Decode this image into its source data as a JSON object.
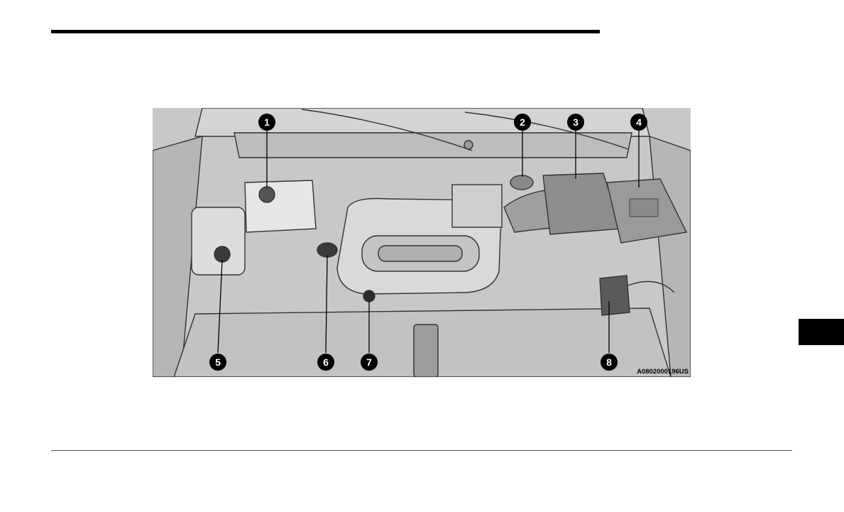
{
  "figure": {
    "code": "A0802000196US",
    "callouts": [
      {
        "number": "1"
      },
      {
        "number": "2"
      },
      {
        "number": "3"
      },
      {
        "number": "4"
      },
      {
        "number": "5"
      },
      {
        "number": "6"
      },
      {
        "number": "7"
      },
      {
        "number": "8"
      }
    ]
  },
  "colors": {
    "rule": "#000000",
    "section_tab": "#000000",
    "engine_background": "#c8c8c8",
    "callout_fill": "#000000",
    "callout_text": "#ffffff"
  }
}
